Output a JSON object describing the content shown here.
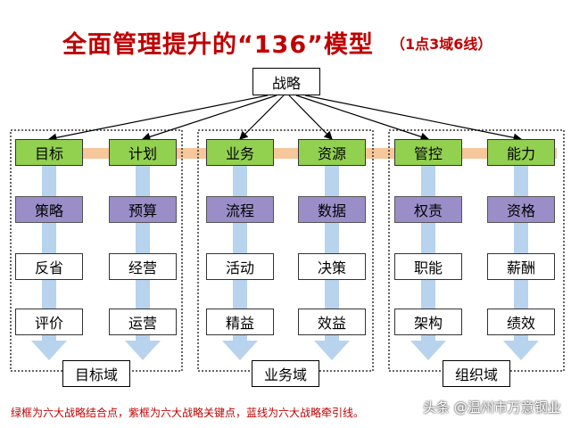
{
  "title": "全面管理提升的“136”模型",
  "subtitle": "（1点3域6线）",
  "root": "战略",
  "domains": [
    {
      "label": "目标域",
      "columns": [
        {
          "head": "目标",
          "key": "策略",
          "items": [
            "反省",
            "评价"
          ]
        },
        {
          "head": "计划",
          "key": "预算",
          "items": [
            "经营",
            "运营"
          ]
        }
      ]
    },
    {
      "label": "业务域",
      "columns": [
        {
          "head": "业务",
          "key": "流程",
          "items": [
            "活动",
            "精益"
          ]
        },
        {
          "head": "资源",
          "key": "数据",
          "items": [
            "决策",
            "效益"
          ]
        }
      ]
    },
    {
      "label": "组织域",
      "columns": [
        {
          "head": "管控",
          "key": "权责",
          "items": [
            "职能",
            "架构"
          ]
        },
        {
          "head": "能力",
          "key": "资格",
          "items": [
            "薪酬",
            "绩效"
          ]
        }
      ]
    }
  ],
  "footnote": "绿框为六大战略结合点，紫框为六大战略关键点，蓝线为六大战略牵引线。",
  "watermark": "头条 @温州市万意钢业",
  "colors": {
    "title": "#c00000",
    "green": "#92d050",
    "purple": "#9b8ec8",
    "blue_arrow": "#b7d3ee",
    "orange_band": "#f5c79a"
  }
}
